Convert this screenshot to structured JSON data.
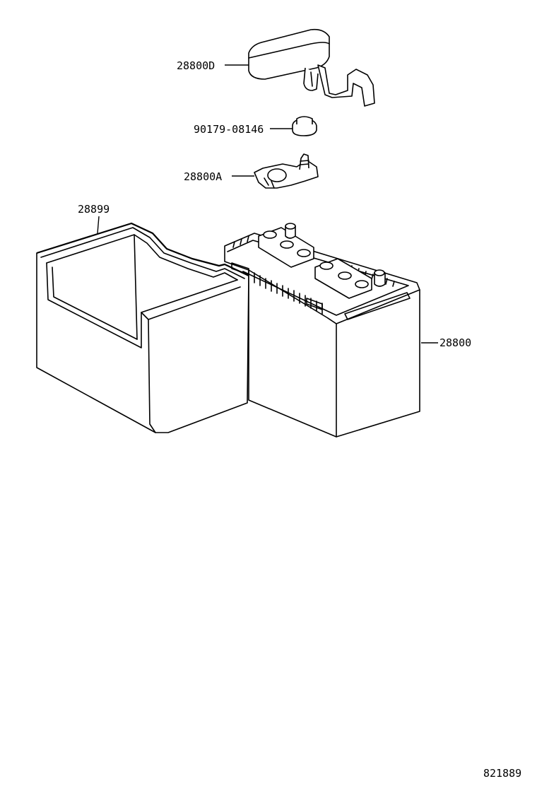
{
  "labels": {
    "terminal_cover": "28800D",
    "nut": "90179-08146",
    "terminal_clamp": "28800A",
    "battery_tray": "28899",
    "battery": "28800"
  },
  "figure_id": "821889"
}
